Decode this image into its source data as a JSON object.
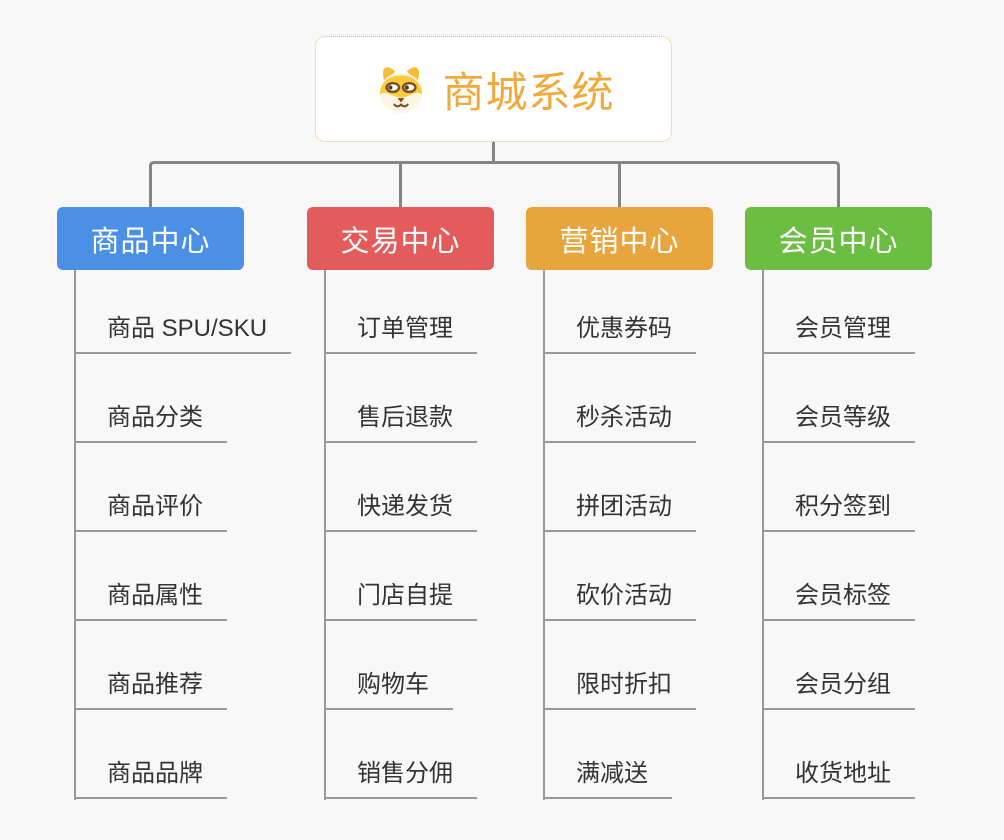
{
  "root": {
    "title": "商城系统",
    "icon": "dog-face-icon",
    "title_color": "#F2A93C",
    "border_color": "#F0B55E"
  },
  "branches": [
    {
      "label": "商品中心",
      "color": "#4A90E5",
      "items": [
        "商品 SPU/SKU",
        "商品分类",
        "商品评价",
        "商品属性",
        "商品推荐",
        "商品品牌"
      ]
    },
    {
      "label": "交易中心",
      "color": "#E45B5B",
      "items": [
        "订单管理",
        "售后退款",
        "快递发货",
        "门店自提",
        "购物车",
        "销售分佣"
      ]
    },
    {
      "label": "营销中心",
      "color": "#E8A53E",
      "items": [
        "优惠券码",
        "秒杀活动",
        "拼团活动",
        "砍价活动",
        "限时折扣",
        "满减送"
      ]
    },
    {
      "label": "会员中心",
      "color": "#6CBE43",
      "items": [
        "会员管理",
        "会员等级",
        "积分签到",
        "会员标签",
        "会员分组",
        "收货地址"
      ]
    }
  ],
  "colors": {
    "background": "#F8F8F8",
    "connector_line": "#858585",
    "underline": "#999999",
    "item_text": "#333333",
    "node_background": "#FFFFFF"
  }
}
